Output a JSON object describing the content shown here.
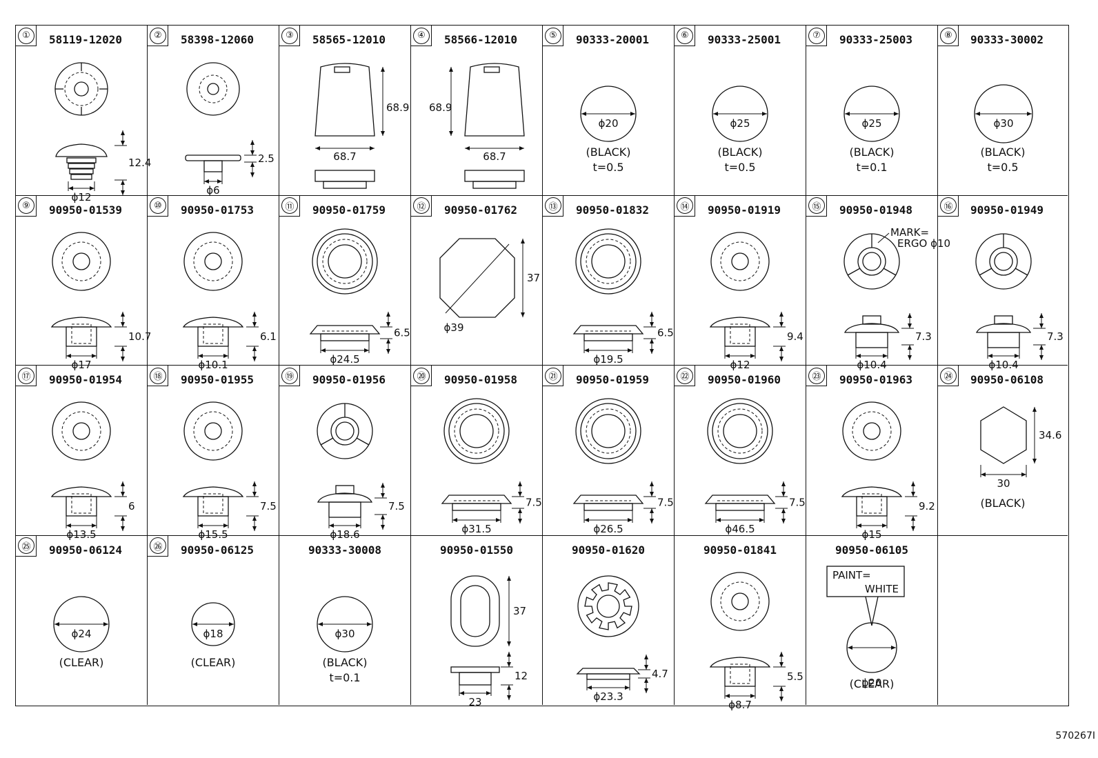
{
  "footer": {
    "ref_code": "570267I"
  },
  "cells": [
    {
      "index": "①",
      "part": "58119-12020",
      "kind": "capclip",
      "dims": [
        "12.4",
        "ϕ12"
      ],
      "notes": []
    },
    {
      "index": "②",
      "part": "58398-12060",
      "kind": "flatplug",
      "dims": [
        "2.5",
        "ϕ6"
      ],
      "notes": []
    },
    {
      "index": "③",
      "part": "58565-12010",
      "kind": "coverR",
      "dims": [
        "68.9",
        "68.7"
      ],
      "notes": []
    },
    {
      "index": "④",
      "part": "58566-12010",
      "kind": "coverL",
      "dims": [
        "68.9",
        "68.7"
      ],
      "notes": []
    },
    {
      "index": "⑤",
      "part": "90333-20001",
      "kind": "disc",
      "dims": [
        "ϕ20"
      ],
      "notes": [
        "(BLACK)",
        "t=0.5"
      ]
    },
    {
      "index": "⑥",
      "part": "90333-25001",
      "kind": "disc",
      "dims": [
        "ϕ25"
      ],
      "notes": [
        "(BLACK)",
        "t=0.5"
      ]
    },
    {
      "index": "⑦",
      "part": "90333-25003",
      "kind": "disc",
      "dims": [
        "ϕ25"
      ],
      "notes": [
        "(BLACK)",
        "t=0.1"
      ]
    },
    {
      "index": "⑧",
      "part": "90333-30002",
      "kind": "discL",
      "dims": [
        "ϕ30"
      ],
      "notes": [
        "(BLACK)",
        "t=0.5"
      ]
    },
    {
      "index": "⑨",
      "part": "90950-01539",
      "kind": "plug",
      "dims": [
        "10.7",
        "ϕ17"
      ],
      "notes": []
    },
    {
      "index": "⑩",
      "part": "90950-01753",
      "kind": "plug",
      "dims": [
        "6.1",
        "ϕ10.1"
      ],
      "notes": []
    },
    {
      "index": "⑪",
      "part": "90950-01759",
      "kind": "grommet",
      "dims": [
        "6.5",
        "ϕ24.5"
      ],
      "notes": []
    },
    {
      "index": "⑫",
      "part": "90950-01762",
      "kind": "octagon",
      "dims": [
        "37",
        "ϕ39"
      ],
      "notes": []
    },
    {
      "index": "⑬",
      "part": "90950-01832",
      "kind": "grommet",
      "dims": [
        "6.5",
        "ϕ19.5"
      ],
      "notes": []
    },
    {
      "index": "⑭",
      "part": "90950-01919",
      "kind": "plug",
      "dims": [
        "9.4",
        "ϕ12"
      ],
      "notes": []
    },
    {
      "index": "⑮",
      "part": "90950-01948",
      "kind": "clip",
      "dims": [
        "7.3",
        "ϕ10.4",
        "MARK=",
        "ERGO ϕ10"
      ],
      "notes": []
    },
    {
      "index": "⑯",
      "part": "90950-01949",
      "kind": "clip",
      "dims": [
        "7.3",
        "ϕ10.4"
      ],
      "notes": []
    },
    {
      "index": "⑰",
      "part": "90950-01954",
      "kind": "plug",
      "dims": [
        "6",
        "ϕ13.5"
      ],
      "notes": []
    },
    {
      "index": "⑱",
      "part": "90950-01955",
      "kind": "plug",
      "dims": [
        "7.5",
        "ϕ15.5"
      ],
      "notes": []
    },
    {
      "index": "⑲",
      "part": "90950-01956",
      "kind": "clip",
      "dims": [
        "7.5",
        "ϕ18.6"
      ],
      "notes": []
    },
    {
      "index": "⑳",
      "part": "90950-01958",
      "kind": "grommet",
      "dims": [
        "7.5",
        "ϕ31.5"
      ],
      "notes": []
    },
    {
      "index": "㉑",
      "part": "90950-01959",
      "kind": "grommet",
      "dims": [
        "7.5",
        "ϕ26.5"
      ],
      "notes": []
    },
    {
      "index": "㉒",
      "part": "90950-01960",
      "kind": "grommet",
      "dims": [
        "7.5",
        "ϕ46.5"
      ],
      "notes": []
    },
    {
      "index": "㉓",
      "part": "90950-01963",
      "kind": "plug",
      "dims": [
        "9.2",
        "ϕ15"
      ],
      "notes": []
    },
    {
      "index": "㉔",
      "part": "90950-06108",
      "kind": "hex",
      "dims": [
        "34.6",
        "30"
      ],
      "notes": [
        "(BLACK)"
      ]
    },
    {
      "index": "㉕",
      "part": "90950-06124",
      "kind": "disc",
      "dims": [
        "ϕ24"
      ],
      "notes": [
        "(CLEAR)"
      ]
    },
    {
      "index": "㉖",
      "part": "90950-06125",
      "kind": "discS",
      "dims": [
        "ϕ18"
      ],
      "notes": [
        "(CLEAR)"
      ]
    },
    {
      "index": "",
      "part": "90333-30008",
      "kind": "disc",
      "dims": [
        "ϕ30"
      ],
      "notes": [
        "(BLACK)",
        "t=0.1"
      ]
    },
    {
      "index": "",
      "part": "90950-01550",
      "kind": "oval",
      "dims": [
        "37",
        "12",
        "23"
      ],
      "notes": []
    },
    {
      "index": "",
      "part": "90950-01620",
      "kind": "gear",
      "dims": [
        "4.7",
        "ϕ23.3"
      ],
      "notes": []
    },
    {
      "index": "",
      "part": "90950-01841",
      "kind": "plug",
      "dims": [
        "5.5",
        "ϕ8.7"
      ],
      "notes": []
    },
    {
      "index": "",
      "part": "90950-06105",
      "kind": "paint",
      "dims": [
        "PAINT=",
        "WHITE",
        "ϕ20"
      ],
      "notes": [
        "(CLEAR)"
      ]
    },
    {
      "index": "",
      "part": "",
      "kind": "empty",
      "dims": [],
      "notes": []
    }
  ]
}
